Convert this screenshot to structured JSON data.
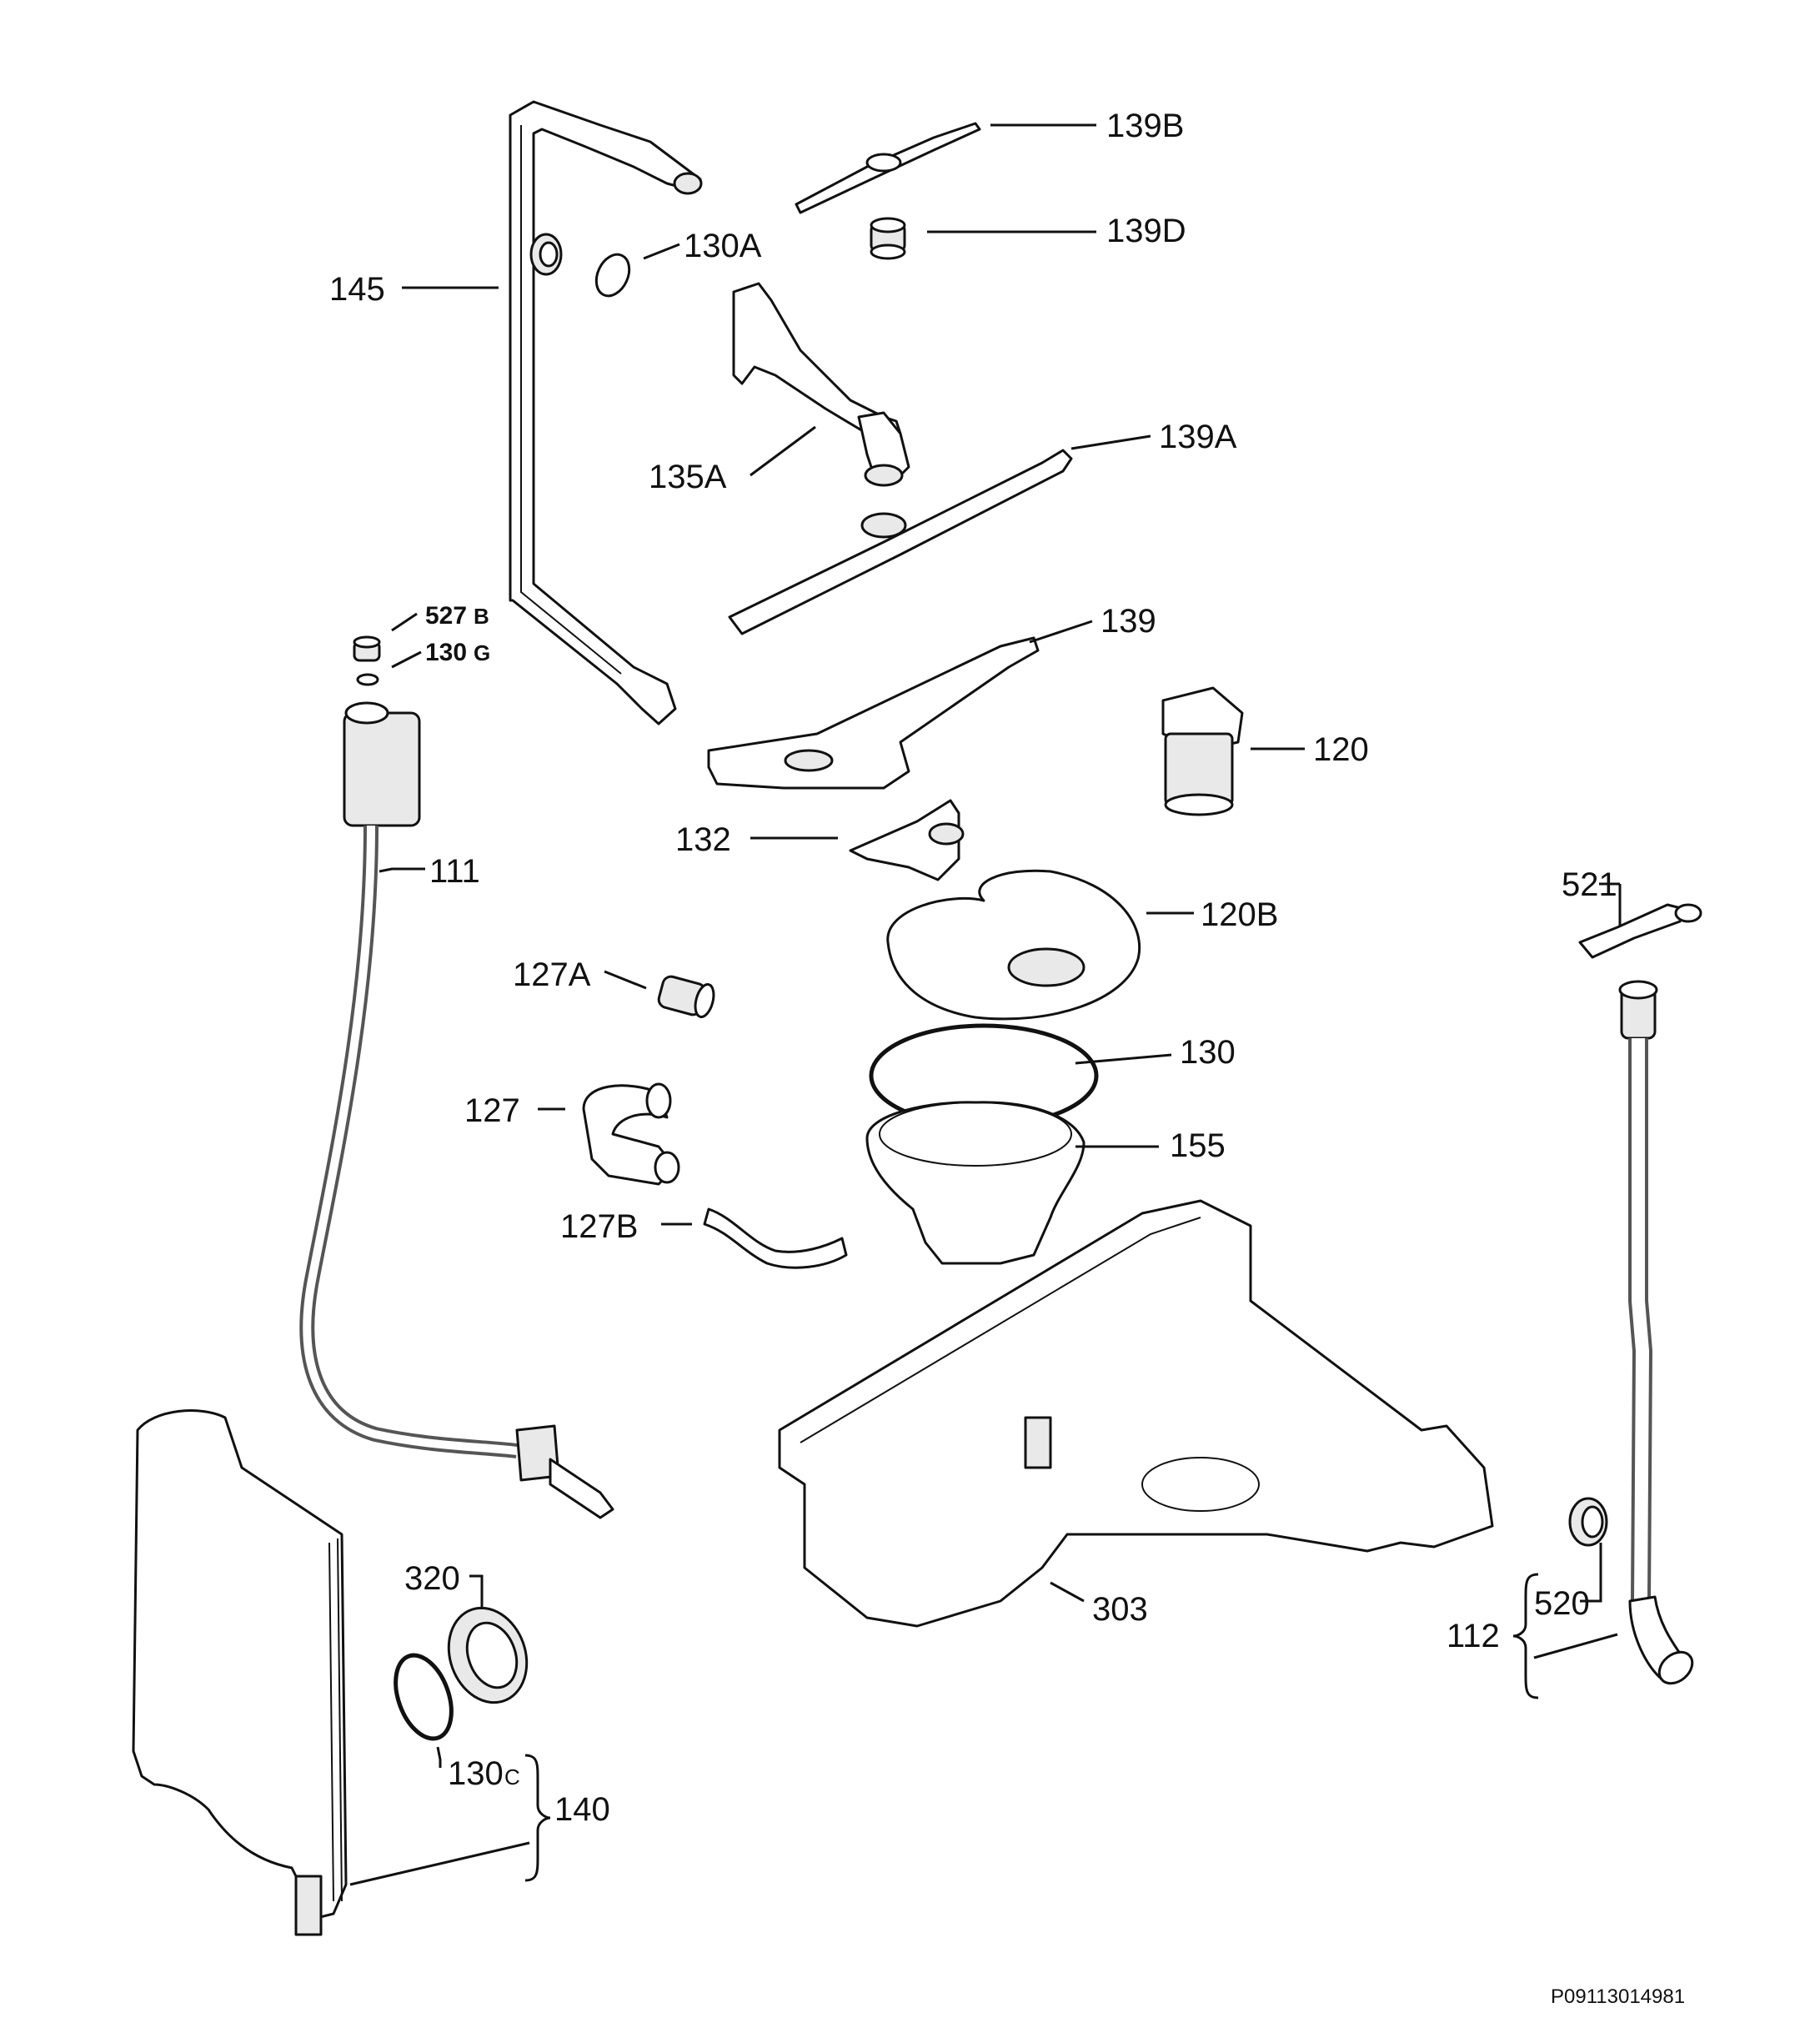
{
  "labels": {
    "p139B": "139B",
    "p139D": "139D",
    "p130A": "130A",
    "p145": "145",
    "p135A": "135A",
    "p139A": "139A",
    "p527B_num": "527",
    "p527B_suf": "B",
    "p130G_num": "130",
    "p130G_suf": "G",
    "p139": "139",
    "p120": "120",
    "p111": "111",
    "p132": "132",
    "p120B": "120B",
    "p127A": "127A",
    "p521": "521",
    "p130": "130",
    "p127": "127",
    "p155": "155",
    "p127B": "127B",
    "p303": "303",
    "p320": "320",
    "p520": "520",
    "p112": "112",
    "p130C_num": "130",
    "p130C_suf": "C",
    "p140": "140"
  },
  "footer": {
    "code": "P09113014981"
  }
}
